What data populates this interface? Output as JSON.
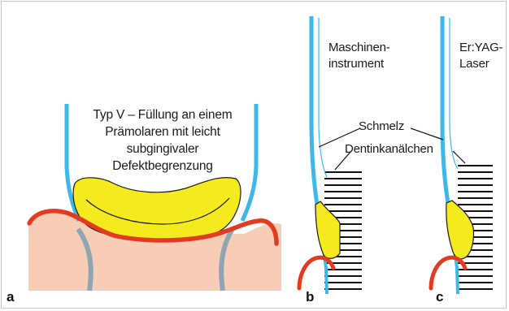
{
  "panels": {
    "a": {
      "letter": "a",
      "caption": [
        "Typ V – Füllung an einem",
        "Prämolaren mit leicht",
        "subgingivaler",
        "Defektbegrenzung"
      ]
    },
    "b": {
      "letter": "b",
      "instrument": [
        "Maschinen-",
        "instrument"
      ]
    },
    "c": {
      "letter": "c",
      "instrument": [
        "Er:YAG-",
        "Laser"
      ]
    }
  },
  "labels": {
    "enamel": "Schmelz",
    "dentinal_tubules": "Dentinkanälchen"
  },
  "colors": {
    "enamel": "#3db9e9",
    "filling": "#f5ea1e",
    "gingiva_line": "#e33b1f",
    "gum": "#f7cdb8",
    "root": "#8fa5b2",
    "tubules": "#111111"
  }
}
